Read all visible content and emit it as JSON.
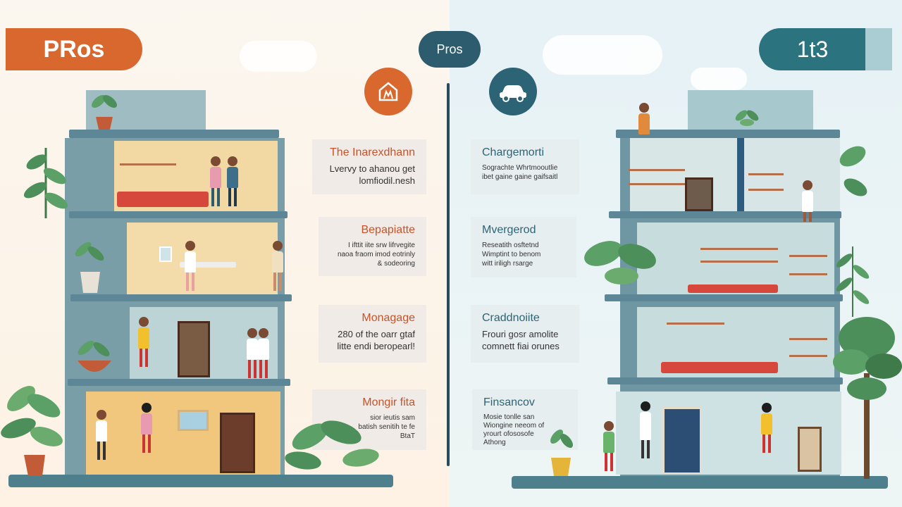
{
  "header": {
    "left_label": "PRos",
    "center_label": "Pros",
    "right_label": "1t3"
  },
  "icons": {
    "left_circle": "shop-icon",
    "right_circle": "car-icon"
  },
  "colors": {
    "accent_orange": "#d9682f",
    "accent_teal": "#2c6475",
    "slab": "#5d8796"
  },
  "left_cards": [
    {
      "title": "The Inarexdhann",
      "lines": [
        "Lvervy to ahanou get",
        "lomfiodil.nesh"
      ]
    },
    {
      "title": "Bepapiatte",
      "lines": [
        "I ifttit iite srw lifrvegite",
        "naoa fraom imod eotrinly",
        "& sodeoring"
      ]
    },
    {
      "title": "Monagage",
      "lines": [
        "280 of the oarr gtaf",
        "litte endi beropearl!"
      ]
    },
    {
      "title": "Mongir fita",
      "lines": [
        "sior ieutis sam",
        "batish senitih te fe",
        "BtaT"
      ]
    }
  ],
  "right_cards": [
    {
      "title": "Chargemorti",
      "lines": [
        "Sograchte Whrtmooutlie",
        "ibet gaine gaine gaifsaitl"
      ]
    },
    {
      "title": "Mvergerod",
      "lines": [
        "Reseatith osftetnd",
        "Wimptint to benom",
        "witt iriligh rsarge"
      ]
    },
    {
      "title": "Craddnoiite",
      "lines": [
        "Frouri gosr amolite",
        "comnett fiai orunes"
      ]
    },
    {
      "title": "Finsancov",
      "lines": [
        "Mosie tonlle san",
        "Wiongine neeom of",
        "yrourt ofososofe",
        "Athong"
      ]
    }
  ]
}
